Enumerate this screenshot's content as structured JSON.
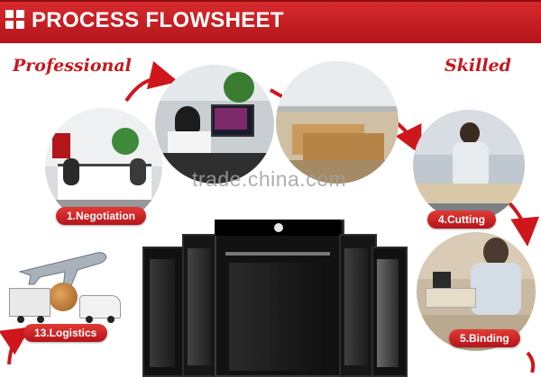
{
  "header": {
    "title": "PROCESS FLOWSHEET"
  },
  "taglines": {
    "left": "Professional",
    "right": "Skilled"
  },
  "watermark": "trade.china.com",
  "steps": [
    {
      "label": "1.Negotiation"
    },
    {
      "label": "4.Cutting"
    },
    {
      "label": "5.Binding"
    },
    {
      "label": "13.Logistics"
    }
  ],
  "colors": {
    "brand_red": "#c8161d",
    "banner_red": "#d72a2d"
  }
}
